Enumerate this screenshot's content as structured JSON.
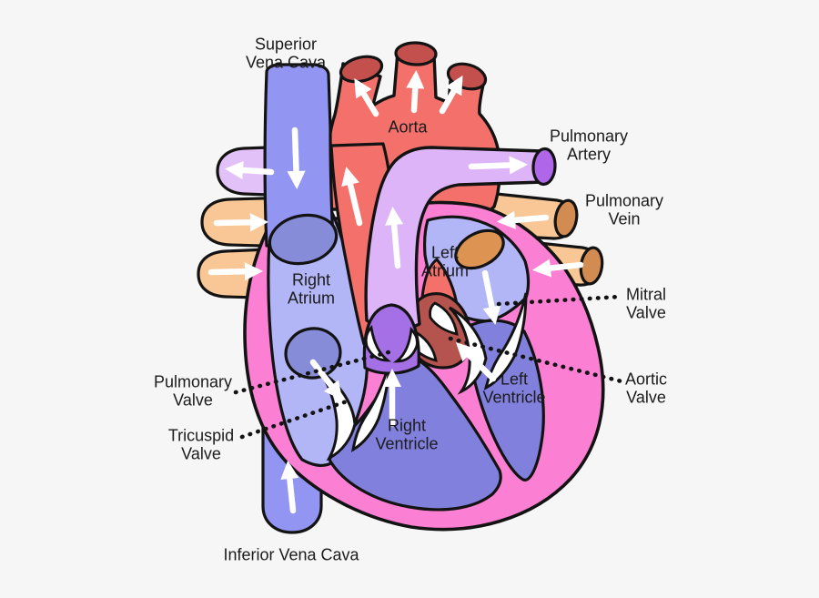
{
  "diagram": {
    "subject": "Human heart anatomy (cross-section with blood flow arrows)",
    "labels": {
      "superior_vena_cava": "Superior\nVena Cava",
      "aorta": "Aorta",
      "pulmonary_artery": "Pulmonary\nArtery",
      "pulmonary_vein": "Pulmonary\nVein",
      "left_atrium": "Left\nAtrium",
      "right_atrium": "Right\nAtrium",
      "mitral_valve": "Mitral\nValve",
      "aortic_valve": "Aortic\nValve",
      "left_ventricle": "Left\nVentricle",
      "right_ventricle": "Right\nVentricle",
      "pulmonary_valve": "Pulmonary\nValve",
      "tricuspid_valve": "Tricuspid\nValve",
      "inferior_vena_cava": "Inferior Vena Cava"
    }
  },
  "colors": {
    "background": "#f6f6f6",
    "outline": "#131313",
    "heart_wall_pink": "#fb80d3",
    "atrium_blue": "#b2b5f6",
    "ventricle_purple": "#8280dd",
    "vena_cava_blue": "#9295f2",
    "opening_blue": "#878cd8",
    "aorta_red": "#f4716b",
    "aorta_cap_red": "#c4504e",
    "trunk_lavender": "#dcb4f7",
    "pa_left_lavender": "#e2c0f8",
    "pa_cap_purple": "#b066e8",
    "pv_dome_purple": "#a56fe6",
    "vein_orange": "#f8c795",
    "vein_cap_orange": "#d28c52",
    "vein_opening_orange": "#dd9352",
    "aortic_valve_brick": "#b5544e",
    "valve_white": "#ffffff",
    "flow_arrow": "#ffffff",
    "label_text": "#1b1b1b"
  }
}
